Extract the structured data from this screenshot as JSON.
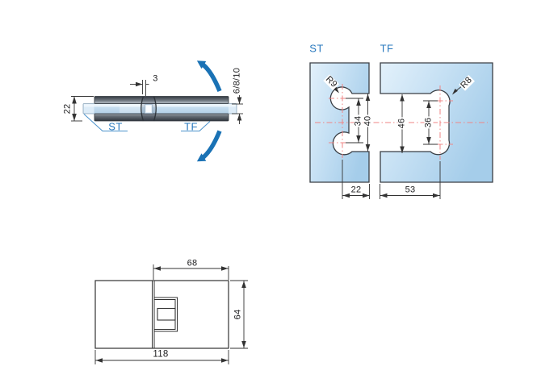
{
  "side_view": {
    "gap": "3",
    "stack_height": "22",
    "glass_thickness": "6/8/10",
    "st_label": "ST",
    "tf_label": "TF"
  },
  "panels_view": {
    "st_label": "ST",
    "tf_label": "TF",
    "st_radius": "R9",
    "tf_radius": "R8",
    "st_hole_pitch": "34",
    "st_cutout_height": "40",
    "tf_cutout_height": "46",
    "tf_recess_height": "36",
    "st_cutout_depth": "22",
    "tf_cutout_depth": "53"
  },
  "plan_view": {
    "offset_width": "68",
    "body_height": "64",
    "total_width": "118"
  },
  "colors": {
    "glass_blue_light": "#e3f1fb",
    "glass_blue_dark": "#a5cdea",
    "label_blue": "#2878be",
    "arrow_blue": "#1a72b5",
    "centerline_red": "#ef8585",
    "line_dark": "#333333",
    "metal_dark": "#343a42",
    "metal_light": "#aab2ba"
  }
}
